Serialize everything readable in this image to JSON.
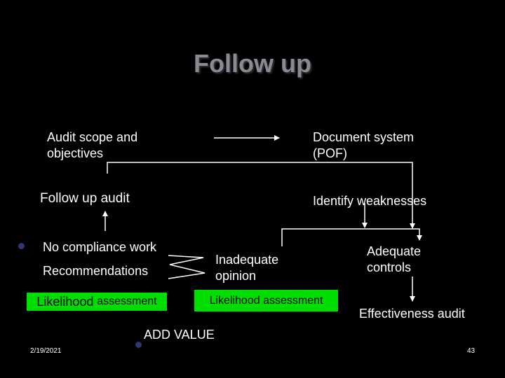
{
  "slide": {
    "title": "Follow up",
    "date": "2/19/2021",
    "page_number": "43"
  },
  "nodes": {
    "audit_scope": [
      "Audit scope and",
      "objectives"
    ],
    "document_system": [
      "Document system",
      "(POF)"
    ],
    "follow_up_audit": "Follow up audit",
    "identify_weaknesses": "Identify weaknesses",
    "no_compliance": "No compliance work",
    "recommendations": "Recommendations",
    "inadequate_opinion": [
      "Inadequate",
      "opinion"
    ],
    "adequate_controls": [
      "Adequate",
      "controls"
    ],
    "likelihood_left": [
      "Likelihood",
      "assessment"
    ],
    "likelihood_right": "Likelihood assessment",
    "effectiveness_audit": "Effectiveness audit",
    "add_value": "ADD VALUE"
  },
  "colors": {
    "background": "#000000",
    "title": "#8a8a95",
    "text": "#ffffff",
    "highlight_box": "#00dd00",
    "bullet": "#2d3870"
  }
}
